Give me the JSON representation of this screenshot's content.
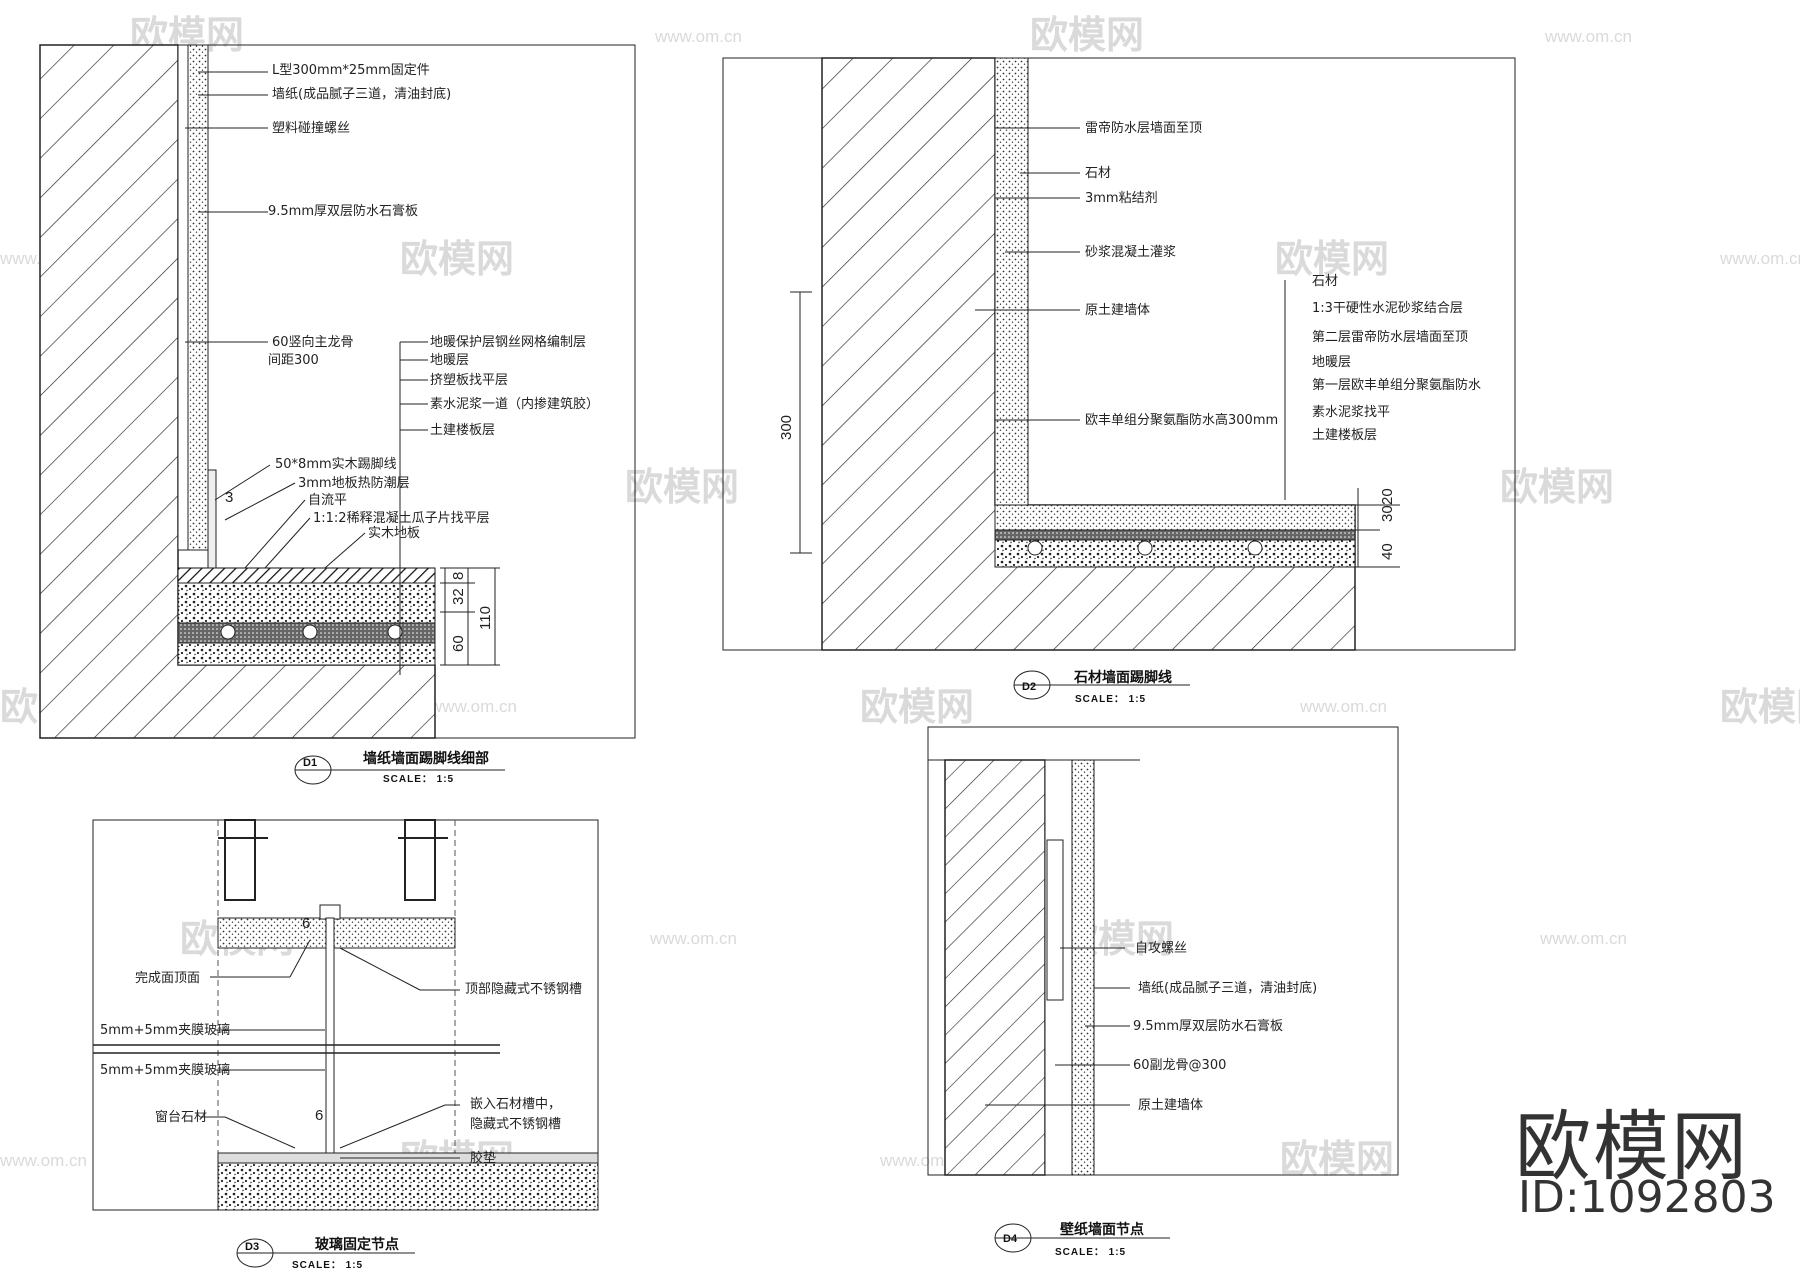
{
  "watermark": {
    "text": "欧模网",
    "url": "www.om.cn",
    "brand": "欧模网",
    "brand_id": "ID:1092803"
  },
  "d1": {
    "tag": "D1",
    "title": "墙纸墙面踢脚线细部",
    "scale": "SCALE： 1:5",
    "labels": [
      "L型300mm*25mm固定件",
      "墙纸(成品腻子三道，清油封底)",
      "塑料碰撞螺丝",
      "9.5mm厚双层防水石膏板",
      "60竖向主龙骨",
      "间距300",
      "地暖保护层钢丝网格编制层",
      "地暖层",
      "挤塑板找平层",
      "素水泥浆一道（内掺建筑胶）",
      "土建楼板层",
      "50*8mm实木踢脚线",
      "3mm地板热防潮层",
      "自流平",
      "1:1:2稀释混凝土瓜子片找平层",
      "实木地板"
    ],
    "dims": [
      "8",
      "32",
      "60",
      "110",
      "3"
    ]
  },
  "d2": {
    "tag": "D2",
    "title": "石材墙面踢脚线",
    "scale": "SCALE： 1:5",
    "labels_left": [
      "雷帝防水层墙面至顶",
      "石材",
      "3mm粘结剂",
      "砂浆混凝土灌浆",
      "原土建墙体",
      "欧丰单组分聚氨酯防水高300mm"
    ],
    "labels_right": [
      "石材",
      "1:3干硬性水泥砂浆结合层",
      "第二层雷帝防水层墙面至顶",
      "地暖层",
      "第一层欧丰单组分聚氨酯防水",
      "素水泥浆找平",
      "土建楼板层"
    ],
    "dims": [
      "300",
      "30",
      "20",
      "40"
    ]
  },
  "d3": {
    "tag": "D3",
    "title": "玻璃固定节点",
    "scale": "SCALE： 1:5",
    "labels_left": [
      "完成面顶面",
      "5mm+5mm夹膜玻璃",
      "5mm+5mm夹膜玻璃",
      "窗台石材"
    ],
    "labels_right": [
      "顶部隐藏式不锈钢槽",
      "嵌入石材槽中，",
      "隐藏式不锈钢槽",
      "胶垫"
    ],
    "dims": [
      "6",
      "6"
    ]
  },
  "d4": {
    "tag": "D4",
    "title": "壁纸墙面节点",
    "scale": "SCALE： 1:5",
    "labels": [
      "自攻螺丝",
      "墙纸(成品腻子三道，清油封底)",
      "9.5mm厚双层防水石膏板",
      "60副龙骨@300",
      "原土建墙体"
    ]
  }
}
